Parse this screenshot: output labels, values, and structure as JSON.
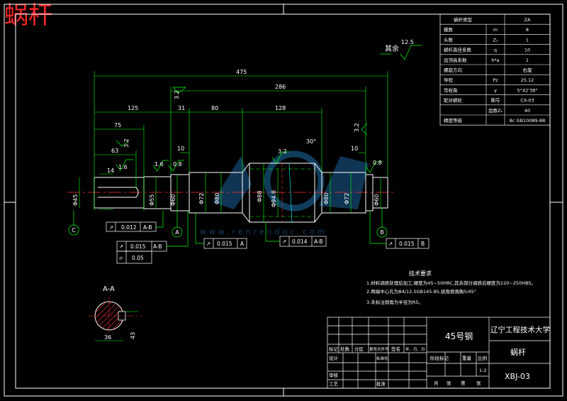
{
  "corner_title": "蜗杆",
  "watermark": {
    "site": "www.renrendoc.com"
  },
  "roughness": {
    "qiyu_label": "其余",
    "qiyu_value": "12.5",
    "ra_a": "3.2",
    "ra_b": "3.2",
    "ra_c": "1.6",
    "ra_d": "1.6",
    "ra_e": "0.8",
    "ra_f": "3.2",
    "ra_g": "0.8",
    "ra_h": "3.2"
  },
  "dims": {
    "d475": "475",
    "d286": "286",
    "d125": "125",
    "d75": "75",
    "d63": "63",
    "d31": "31",
    "d80": "80",
    "d128": "128",
    "d10a": "10",
    "d10b": "10",
    "angle30": "30°",
    "phi_left": "Φ45",
    "phi_left2": "Φ55",
    "phi_s2": "Φ60",
    "phi_s3": "Φ72",
    "phi_s4": "Φ80",
    "phi_worm": "Φ88",
    "phi_root": "Φ94.8",
    "phi_s6": "Φ80",
    "phi_s7": "Φ72",
    "phi_right": "Φ60",
    "key_label": "14"
  },
  "datums": {
    "c": "C",
    "a": "A",
    "b": "B"
  },
  "tolerances": {
    "t1_val": "0.012",
    "t1_ref": "A-B",
    "t2_val": "0.015",
    "t2_ref": "A-B",
    "t3_val": "0.05",
    "t4_val": "0.015",
    "t4_ref": "A",
    "t5_val": "0.014",
    "t5_ref": "A-B",
    "t6_val": "0.015",
    "t6_ref": "B"
  },
  "section": {
    "title": "A-A",
    "dim36": "36",
    "dim43": "43"
  },
  "params": {
    "header_name": "蜗杆类型",
    "header_value": "ZA",
    "rows": [
      {
        "name": "模数",
        "sym": "m",
        "value": "8"
      },
      {
        "name": "头数",
        "sym": "Z₁",
        "value": "1"
      },
      {
        "name": "蜗杆直径系数",
        "sym": "q",
        "value": "10"
      },
      {
        "name": "齿顶高系数",
        "sym": "h*a",
        "value": "1"
      },
      {
        "name": "螺旋方向",
        "sym": "",
        "value": "右旋"
      },
      {
        "name": "导程",
        "sym": "Pz",
        "value": "25.12"
      },
      {
        "name": "导程角",
        "sym": "γ",
        "value": "5°42'38\""
      },
      {
        "name": "配对蜗轮",
        "sym": "图号",
        "value": "CX-03"
      },
      {
        "name": "",
        "sym": "齿数Z₂",
        "value": "40"
      },
      {
        "name": "精度等级",
        "sym": "",
        "value": "8c GB10089-88"
      }
    ]
  },
  "tech": {
    "title": "技术要求",
    "items": [
      "1.材料调质处理后加工,硬度为45~50HRC,其余部分调质后硬度为220~250HBS。",
      "2.两端中心孔为B4/12.5GB145-85,锐角倒角为 ",
      "3.未标注倒角为半径为R5。"
    ],
    "item2_tail": "0.5/45°"
  },
  "titleblock": {
    "material": "45号钢",
    "school": "辽宁工程技术大学",
    "part_name": "蜗杆",
    "drawing_no": "XBJ-03",
    "scale": "1:2",
    "labels": {
      "biaoji": "标记",
      "chushu": "处数",
      "fenqu": "分区",
      "gengai": "更改文件号",
      "qianming": "签名",
      "nianyueri": "年、月、日",
      "sheji": "设计",
      "biaozhunhua": "标准化",
      "shenhe": "审核",
      "gongyi": "工艺",
      "pizhun": "批准",
      "jieduan": "阶段标记",
      "zhongliang": "重量",
      "bili": "比例",
      "gong": "共",
      "zhang": "张",
      "di": "第"
    }
  }
}
